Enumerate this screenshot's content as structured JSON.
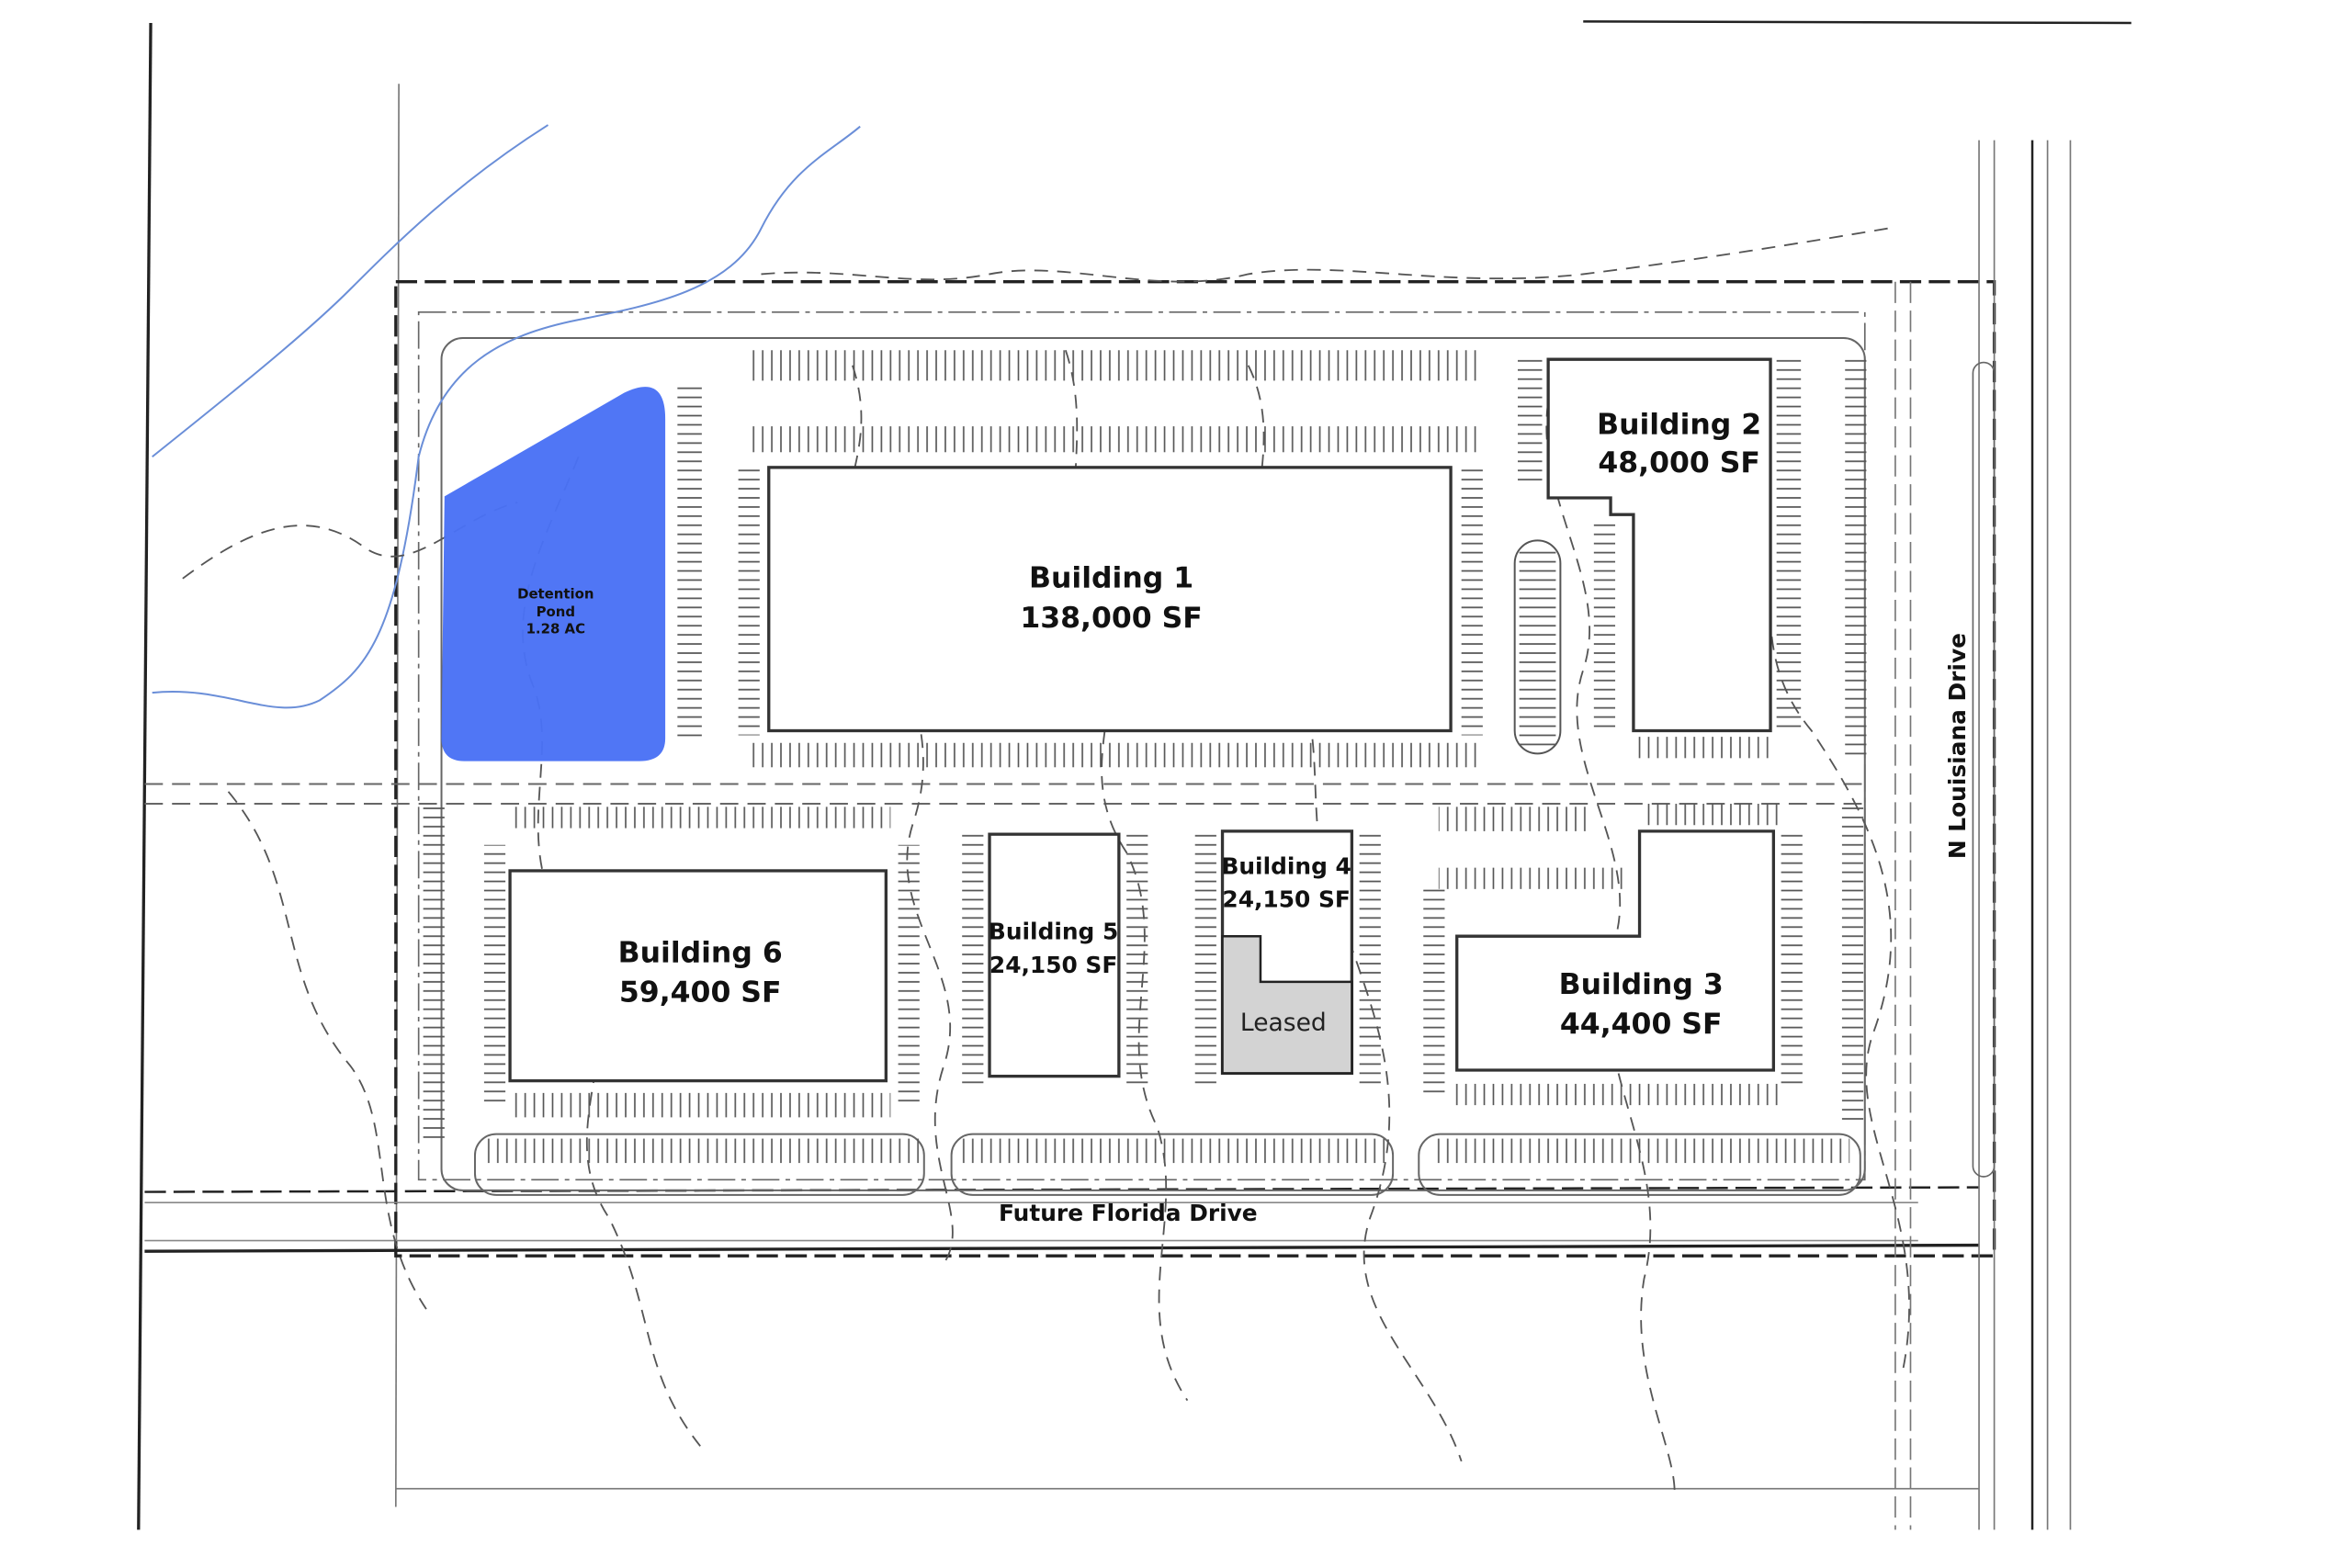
{
  "plan": {
    "detention_pond": {
      "line1": "Detention",
      "line2": "Pond",
      "area": "1.28 AC",
      "color": "#4a72f5"
    },
    "buildings": [
      {
        "name": "Building 1",
        "area": "138,000 SF"
      },
      {
        "name": "Building 2",
        "area": "48,000 SF"
      },
      {
        "name": "Building 3",
        "area": "44,400 SF"
      },
      {
        "name": "Building 4",
        "area": "24,150 SF",
        "leased_label": "Leased",
        "leased_color": "#d3d3d3"
      },
      {
        "name": "Building 5",
        "area": "24,150 SF"
      },
      {
        "name": "Building 6",
        "area": "59,400 SF"
      }
    ],
    "roads": {
      "south": "Future Florida Drive",
      "east": "N Louisiana Drive"
    }
  }
}
